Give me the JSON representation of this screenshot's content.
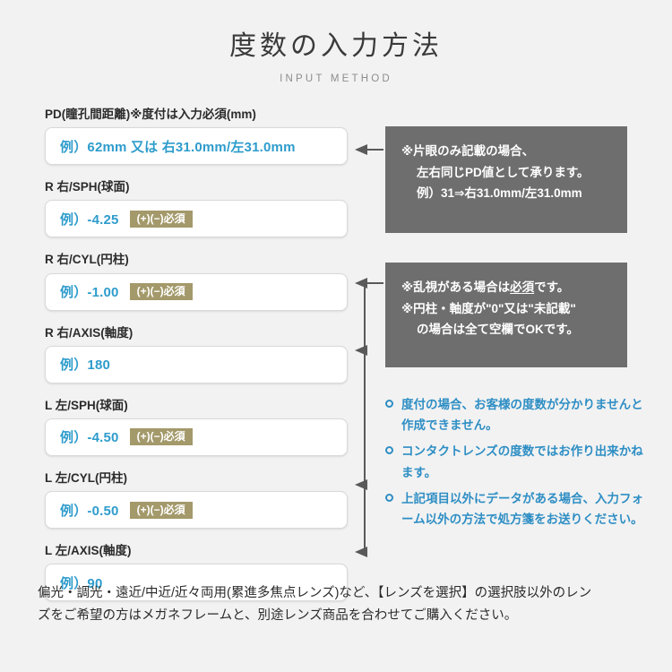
{
  "header": {
    "title": "度数の入力方法",
    "subtitle": "INPUT METHOD"
  },
  "colors": {
    "background": "#f2f2f2",
    "placeholder_blue": "#2e9ccc",
    "badge_khaki": "#a3996a",
    "note_box_gray": "#6e6e6e",
    "bullet_blue": "#2e8ec4",
    "connector_gray": "#5a5a5a"
  },
  "fields": [
    {
      "label": "PD(瞳孔間距離)※度付は入力必須(mm)",
      "placeholder": "例）62mm 又は 右31.0mm/左31.0mm",
      "badge": null
    },
    {
      "label": "R 右/SPH(球面)",
      "placeholder": "例）-4.25",
      "badge": "(+)(−)必須"
    },
    {
      "label": "R 右/CYL(円柱)",
      "placeholder": "例）-1.00",
      "badge": "(+)(−)必須"
    },
    {
      "label": "R 右/AXIS(軸度)",
      "placeholder": "例）180",
      "badge": null
    },
    {
      "label": "L 左/SPH(球面)",
      "placeholder": "例）-4.50",
      "badge": "(+)(−)必須"
    },
    {
      "label": "L 左/CYL(円柱)",
      "placeholder": "例）-0.50",
      "badge": "(+)(−)必須"
    },
    {
      "label": "L 左/AXIS(軸度)",
      "placeholder": "例）90",
      "badge": null
    }
  ],
  "note_pd": {
    "lines": [
      "※片眼のみ記載の場合、",
      "左右同じPD値として承ります。",
      "例）31⇒右31.0mm/左31.0mm"
    ]
  },
  "note_cyl": {
    "line1_prefix": "※乱視がある場合は",
    "line1_underlined": "必須",
    "line1_suffix": "です。",
    "line2": "※円柱・軸度が\"0\"又は\"未記載\"",
    "line3": "の場合は全て空欄でOKです。"
  },
  "bullets": [
    "度付の場合、お客様の度数が分かりませんと作成できません。",
    "コンタクトレンズの度数ではお作り出来かねます。",
    "上記項目以外にデータがある場合、入力フォーム以外の方法で処方箋をお送りください。"
  ],
  "footer": {
    "line1": "偏光・調光・遠近/中近/近々両用(累進多焦点レンズ)など、【レンズを選択】の選択肢以外のレン",
    "line2": "ズをご希望の方はメガネフレームと、別途レンズ商品を合わせてご購入ください。"
  }
}
